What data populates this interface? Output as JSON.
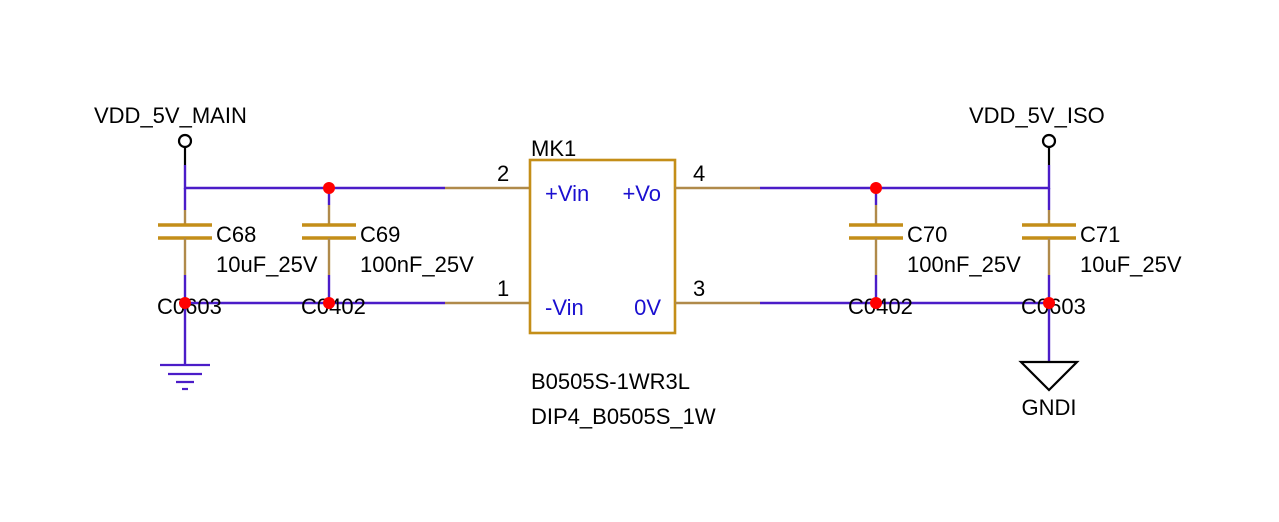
{
  "schematic": {
    "power_left": "VDD_5V_MAIN",
    "power_right": "VDD_5V_ISO",
    "ground_right": "GNDI",
    "module": {
      "ref": "MK1",
      "part": "B0505S-1WR3L",
      "footprint": "DIP4_B0505S_1W",
      "pins": [
        {
          "num": "2",
          "name": "+Vin"
        },
        {
          "num": "1",
          "name": "-Vin"
        },
        {
          "num": "4",
          "name": "+Vo"
        },
        {
          "num": "3",
          "name": "0V"
        }
      ]
    },
    "capacitors": [
      {
        "ref": "C68",
        "value": "10uF_25V",
        "package": "C0603"
      },
      {
        "ref": "C69",
        "value": "100nF_25V",
        "package": "C0402"
      },
      {
        "ref": "C70",
        "value": "100nF_25V",
        "package": "C0402"
      },
      {
        "ref": "C71",
        "value": "10uF_25V",
        "package": "C0603"
      }
    ]
  },
  "colors": {
    "wire": "#4b1cc8",
    "component": "#c48e18",
    "junction": "#ff0000",
    "pin_name": "#1a0fd0"
  }
}
